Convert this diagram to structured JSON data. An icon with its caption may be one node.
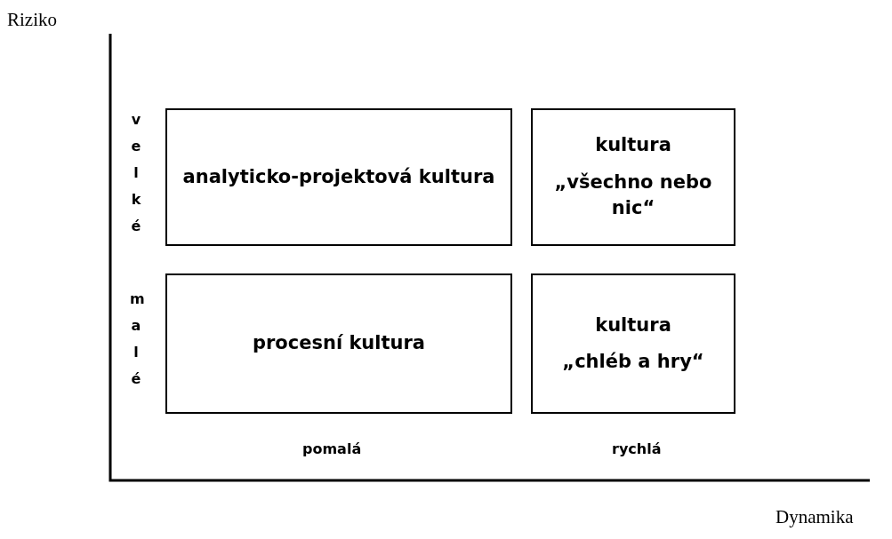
{
  "diagram": {
    "nodes": [
      {
        "text": [
          "analyticko-projektová kultura"
        ]
      },
      {
        "text": [
          "kultura",
          "„všechno nebo nic“"
        ]
      },
      {
        "text": [
          "procesní kultura"
        ]
      },
      {
        "text": [
          "kultura",
          "„chléb a hry“"
        ]
      }
    ],
    "labels": [
      "Riziko",
      "velké",
      "malé",
      "pomalá",
      "rychlá",
      "Dynamika"
    ]
  }
}
